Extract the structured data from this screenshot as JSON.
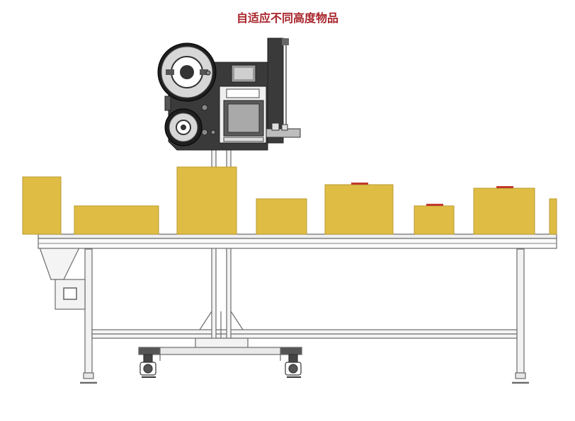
{
  "title": "自适应不同高度物品",
  "colors": {
    "title": "#a8242a",
    "box_fill": "#dfbd45",
    "box_stroke": "#b99a2e",
    "label_mark": "#c0392b",
    "frame_stroke": "#6c6c6c",
    "machine_dark": "#3a3a3a"
  },
  "boxes": [
    {
      "id": "box-1",
      "label_mark": false
    },
    {
      "id": "box-2",
      "label_mark": false
    },
    {
      "id": "box-3",
      "label_mark": false
    },
    {
      "id": "box-4",
      "label_mark": false
    },
    {
      "id": "box-5",
      "label_mark": true
    },
    {
      "id": "box-6",
      "label_mark": true
    },
    {
      "id": "box-7",
      "label_mark": true
    },
    {
      "id": "box-8",
      "label_mark": false
    }
  ]
}
